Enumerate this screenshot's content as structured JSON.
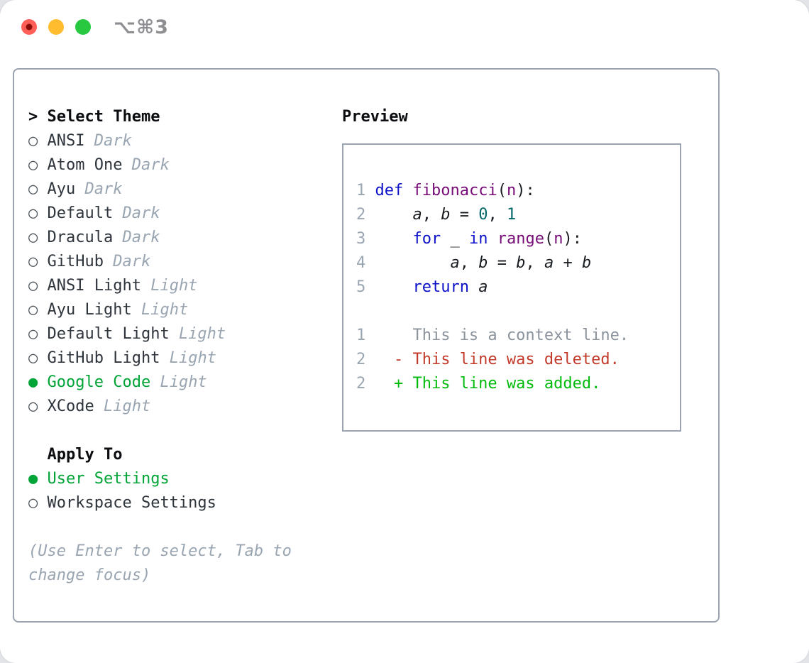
{
  "window": {
    "shortcut_label": "⌥⌘3"
  },
  "traffic_lights": [
    {
      "name": "close",
      "color": "#ff5f57",
      "dot": "#8a0f0b"
    },
    {
      "name": "minimize",
      "color": "#febc2e",
      "dot": null
    },
    {
      "name": "zoom",
      "color": "#28c840",
      "dot": null
    }
  ],
  "theme_panel": {
    "cursor": ">",
    "header": "Select Theme",
    "items": [
      {
        "name": "ANSI",
        "variant": "Dark",
        "selected": false
      },
      {
        "name": "Atom One",
        "variant": "Dark",
        "selected": false
      },
      {
        "name": "Ayu",
        "variant": "Dark",
        "selected": false
      },
      {
        "name": "Default",
        "variant": "Dark",
        "selected": false
      },
      {
        "name": "Dracula",
        "variant": "Dark",
        "selected": false
      },
      {
        "name": "GitHub",
        "variant": "Dark",
        "selected": false
      },
      {
        "name": "ANSI Light",
        "variant": "Light",
        "selected": false
      },
      {
        "name": "Ayu Light",
        "variant": "Light",
        "selected": false
      },
      {
        "name": "Default Light",
        "variant": "Light",
        "selected": false
      },
      {
        "name": "GitHub Light",
        "variant": "Light",
        "selected": false
      },
      {
        "name": "Google Code",
        "variant": "Light",
        "selected": true
      },
      {
        "name": "XCode",
        "variant": "Light",
        "selected": false
      }
    ],
    "apply_to": {
      "header": "Apply To",
      "options": [
        {
          "label": "User Settings",
          "selected": true
        },
        {
          "label": "Workspace Settings",
          "selected": false
        }
      ]
    },
    "help_lines": [
      "(Use Enter to select, Tab to",
      "change focus)"
    ],
    "bullet_unselected": "○",
    "bullet_selected": "●"
  },
  "preview": {
    "header": "Preview",
    "code_lines": [
      {
        "num": "1",
        "tokens": [
          [
            "kw",
            "def"
          ],
          [
            "plain",
            " "
          ],
          [
            "fn",
            "fibonacci"
          ],
          [
            "plain",
            "("
          ],
          [
            "fn",
            "n"
          ],
          [
            "plain",
            "):"
          ]
        ]
      },
      {
        "num": "2",
        "tokens": [
          [
            "plain",
            "    "
          ],
          [
            "var",
            "a"
          ],
          [
            "plain",
            ", "
          ],
          [
            "var",
            "b"
          ],
          [
            "plain",
            " = "
          ],
          [
            "lit",
            "0"
          ],
          [
            "plain",
            ", "
          ],
          [
            "lit",
            "1"
          ]
        ]
      },
      {
        "num": "3",
        "tokens": [
          [
            "plain",
            "    "
          ],
          [
            "kw",
            "for"
          ],
          [
            "plain",
            " _ "
          ],
          [
            "kw",
            "in"
          ],
          [
            "plain",
            " "
          ],
          [
            "fn",
            "range"
          ],
          [
            "plain",
            "("
          ],
          [
            "fn",
            "n"
          ],
          [
            "plain",
            "):"
          ]
        ]
      },
      {
        "num": "4",
        "tokens": [
          [
            "plain",
            "        "
          ],
          [
            "var",
            "a"
          ],
          [
            "plain",
            ", "
          ],
          [
            "var",
            "b"
          ],
          [
            "plain",
            " = "
          ],
          [
            "var",
            "b"
          ],
          [
            "plain",
            ", "
          ],
          [
            "var",
            "a"
          ],
          [
            "plain",
            " + "
          ],
          [
            "var",
            "b"
          ]
        ]
      },
      {
        "num": "5",
        "tokens": [
          [
            "plain",
            "    "
          ],
          [
            "kw",
            "return"
          ],
          [
            "plain",
            " "
          ],
          [
            "var",
            "a"
          ]
        ]
      },
      {
        "num": "",
        "tokens": []
      },
      {
        "num": "1",
        "tokens": [
          [
            "ctx",
            "    This is a context line."
          ]
        ]
      },
      {
        "num": "2",
        "tokens": [
          [
            "del",
            "  - This line was deleted."
          ]
        ]
      },
      {
        "num": "2",
        "tokens": [
          [
            "add",
            "  + This line was added."
          ]
        ]
      }
    ]
  },
  "colors": {
    "keyword": "#0d12c8",
    "function": "#770d77",
    "literal": "#056868",
    "plain": "#181c21",
    "variable": "#181c21",
    "context": "#8b939c",
    "deleted": "#c23a2a",
    "added": "#00bb0c",
    "selected_green": "#00a437",
    "muted_gray": "#9aa5b2",
    "gutter_gray": "#9aa5b2",
    "border_gray": "#9aa3af"
  }
}
